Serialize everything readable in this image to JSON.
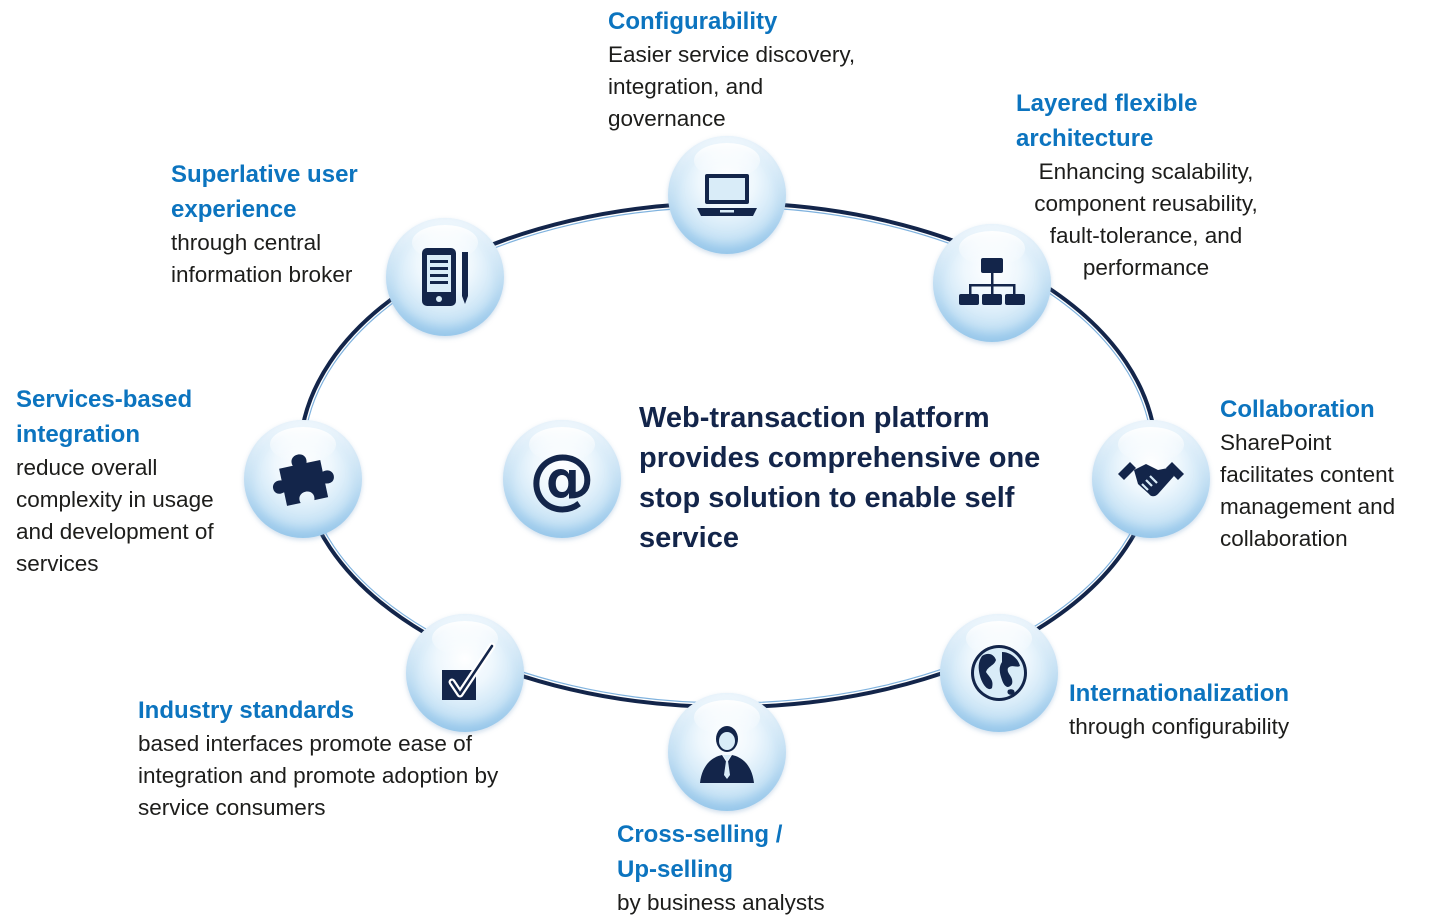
{
  "center": {
    "icon": "at-sign-icon",
    "symbol": "@",
    "text": "Web-transaction platform provides comprehensive one stop solution to enable self service"
  },
  "nodes": [
    {
      "id": "configurability",
      "icon": "laptop-icon",
      "title": "Configurability",
      "description": "Easier service discovery, integration, and governance"
    },
    {
      "id": "layered-architecture",
      "icon": "org-chart-icon",
      "title": "Layered flexible architecture",
      "description": "Enhancing scalability, component reusability, fault-tolerance, and performance"
    },
    {
      "id": "collaboration",
      "icon": "handshake-icon",
      "title": "Collaboration",
      "description": "SharePoint facilitates content management and collaboration"
    },
    {
      "id": "internationalization",
      "icon": "globe-icon",
      "title": "Internationalization",
      "description": "through configurability"
    },
    {
      "id": "cross-selling",
      "icon": "businessman-icon",
      "title": "Cross-selling / Up-selling",
      "description": "by business analysts"
    },
    {
      "id": "industry-standards",
      "icon": "checkbox-icon",
      "title": "Industry standards",
      "description": "based interfaces promote ease of integration and promote adoption by service consumers"
    },
    {
      "id": "services-integration",
      "icon": "puzzle-piece-icon",
      "title": "Services-based integration",
      "description": "reduce overall complexity in usage and development of services"
    },
    {
      "id": "user-experience",
      "icon": "tablet-icon",
      "title": "Superlative user experience",
      "description": "through central information broker"
    }
  ],
  "colors": {
    "title": "#0c74bf",
    "body_text": "#1d1d1b",
    "center_text": "#13254a",
    "icon": "#13254a",
    "ring": "#13254a"
  }
}
